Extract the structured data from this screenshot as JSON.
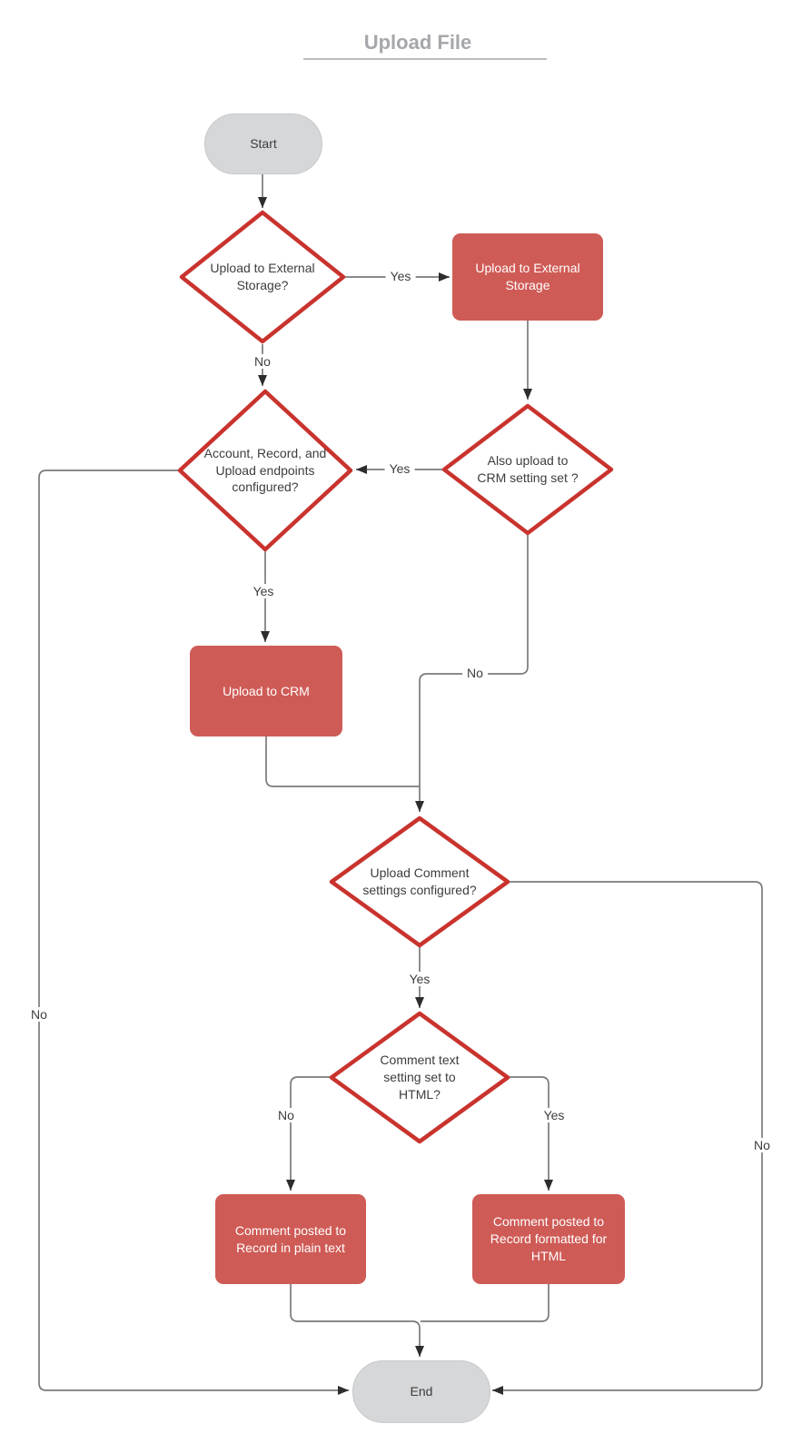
{
  "title": {
    "text": "Upload File"
  },
  "nodes": {
    "start": {
      "type": "terminator",
      "label": "Start"
    },
    "d1": {
      "type": "decision",
      "label": "Upload to External\nStorage?"
    },
    "p1": {
      "type": "process",
      "label": "Upload to External\nStorage"
    },
    "d2": {
      "type": "decision",
      "label": "Account, Record, and\nUpload endpoints\nconfigured?"
    },
    "d3": {
      "type": "decision",
      "label": "Also upload to\nCRM setting set ?"
    },
    "p2": {
      "type": "process",
      "label": "Upload to CRM"
    },
    "d4": {
      "type": "decision",
      "label": "Upload Comment\nsettings configured?"
    },
    "d5": {
      "type": "decision",
      "label": "Comment text\nsetting set to\nHTML?"
    },
    "p3": {
      "type": "process",
      "label": "Comment posted to\nRecord in plain text"
    },
    "p4": {
      "type": "process",
      "label": "Comment posted to\nRecord formatted for\nHTML"
    },
    "end": {
      "type": "terminator",
      "label": "End"
    }
  },
  "edge_labels": {
    "d1_yes": "Yes",
    "d1_no": "No",
    "d3_yes": "Yes",
    "d2_yes": "Yes",
    "d3_no": "No",
    "d2_no": "No",
    "d4_yes": "Yes",
    "d4_no": "No",
    "d5_no": "No",
    "d5_yes": "Yes"
  },
  "colors": {
    "process_fill": "#cf5b56",
    "process_text": "#ffffff",
    "decision_fill": "#ffffff",
    "decision_stroke": "#c9332e",
    "decision_text": "#3d3d3d",
    "terminator_fill": "#d6d7d9",
    "terminator_stroke": "#c7c8ca",
    "terminator_text": "#3d3d3d",
    "edge_color": "#7a7a7a",
    "arrow_color": "#2d2d2d",
    "label_text": "#3d3d3d",
    "title_color": "#a5a7ab",
    "title_rule": "#babbbe"
  }
}
